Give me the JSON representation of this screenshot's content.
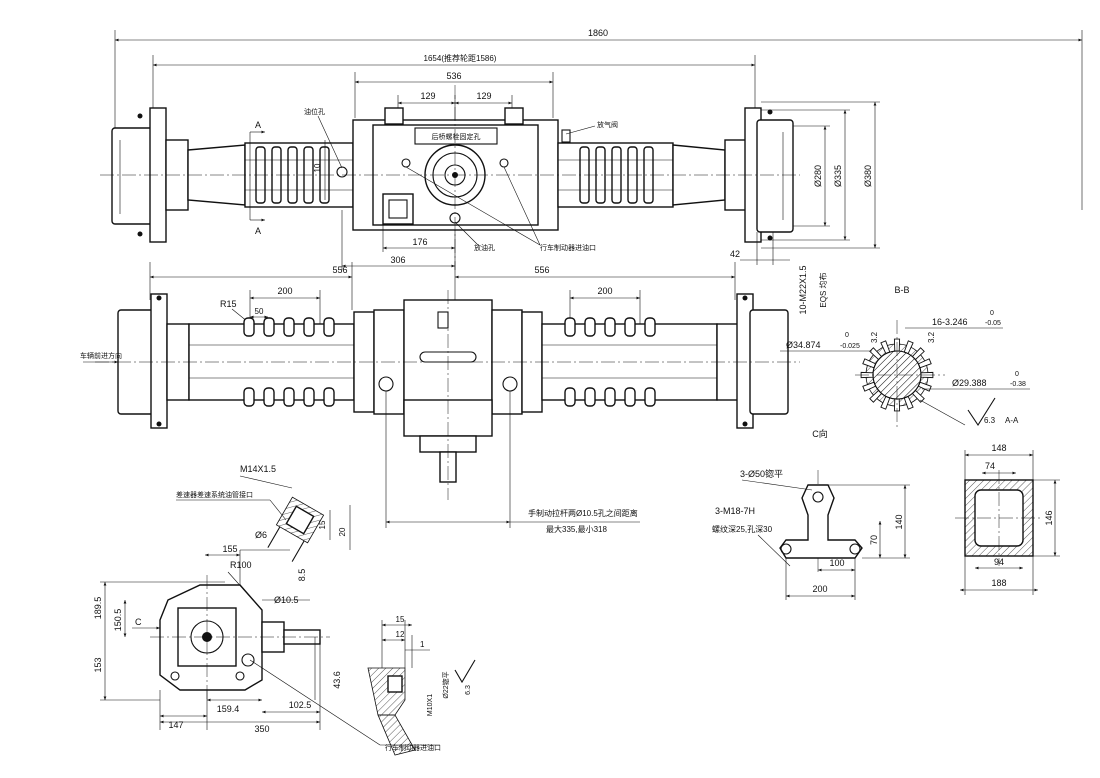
{
  "dims": {
    "overall": "1860",
    "track": "1654(推荐轮距1586)",
    "center_width": "536",
    "half_l": "129",
    "half_r": "129",
    "ten": "10",
    "d280": "Ø280",
    "d335": "Ø335",
    "d380": "Ø380",
    "d176": "176",
    "d306": "306",
    "d42": "42",
    "bolts": "10-M22X1.5",
    "eqs": "EQS 均布",
    "d556l": "556",
    "d556r": "556",
    "d200l": "200",
    "d200r": "200",
    "r15": "R15",
    "d50": "50",
    "m14": "M14X1.5",
    "phi6": "Ø6",
    "d15": "15",
    "d20": "20",
    "d155": "155",
    "r100": "R100",
    "d8_5": "8.5",
    "phi10_5": "Ø10.5",
    "d189_5": "189.5",
    "d150_5": "150.5",
    "d153": "153",
    "d147": "147",
    "d159_4": "159.4",
    "d350": "350",
    "d102_5": "102.5",
    "d43_6": "43.6",
    "c_letter": "C",
    "s15": "15",
    "s12": "12",
    "s1": "1",
    "phi22": "Ø22锪平",
    "m10x1": "M10X1",
    "r6_3": "6.3",
    "c3phi50": "3-Ø50锪平",
    "c3m18": "3-M18-7H",
    "cthread": "螺纹深25,孔深30",
    "c140": "140",
    "c70": "70",
    "c100": "100",
    "c200": "200",
    "d148": "148",
    "d74": "74",
    "d146": "146",
    "d94": "94",
    "d188": "188",
    "bb_c32a": "3.2",
    "bb_c32b": "3.2",
    "bb_16": "16-3.246",
    "bb_16tol": "0",
    "bb_16tol2": "-0.05",
    "bb_34": "Ø34.874",
    "bb_34tol": "0",
    "bb_34tol2": "-0.025",
    "bb_29": "Ø29.388",
    "bb_29tol": "0",
    "bb_29tol2": "-0.38",
    "bb_rough": "6.3",
    "bb_ref": "A-A"
  },
  "labels": {
    "oil_level": "油位孔",
    "breather": "放气阀",
    "top_note": "后桥螺栓固定孔",
    "drain": "放油孔",
    "brake_port_top": "行车制动器进油口",
    "section_a_top": "A",
    "section_a_bot": "A",
    "direction": "车辆前进方向",
    "diff_port": "差速器差速系统油管接口",
    "handbrake": "手制动拉杆两Ø10.5孔之间距离",
    "handbrake_range": "最大335,最小318",
    "bb_title": "B-B",
    "c_view": "C向",
    "brake_port_bottom": "行车制动器进油口"
  },
  "colors": {
    "ink": "#111111",
    "paper": "#ffffff"
  }
}
